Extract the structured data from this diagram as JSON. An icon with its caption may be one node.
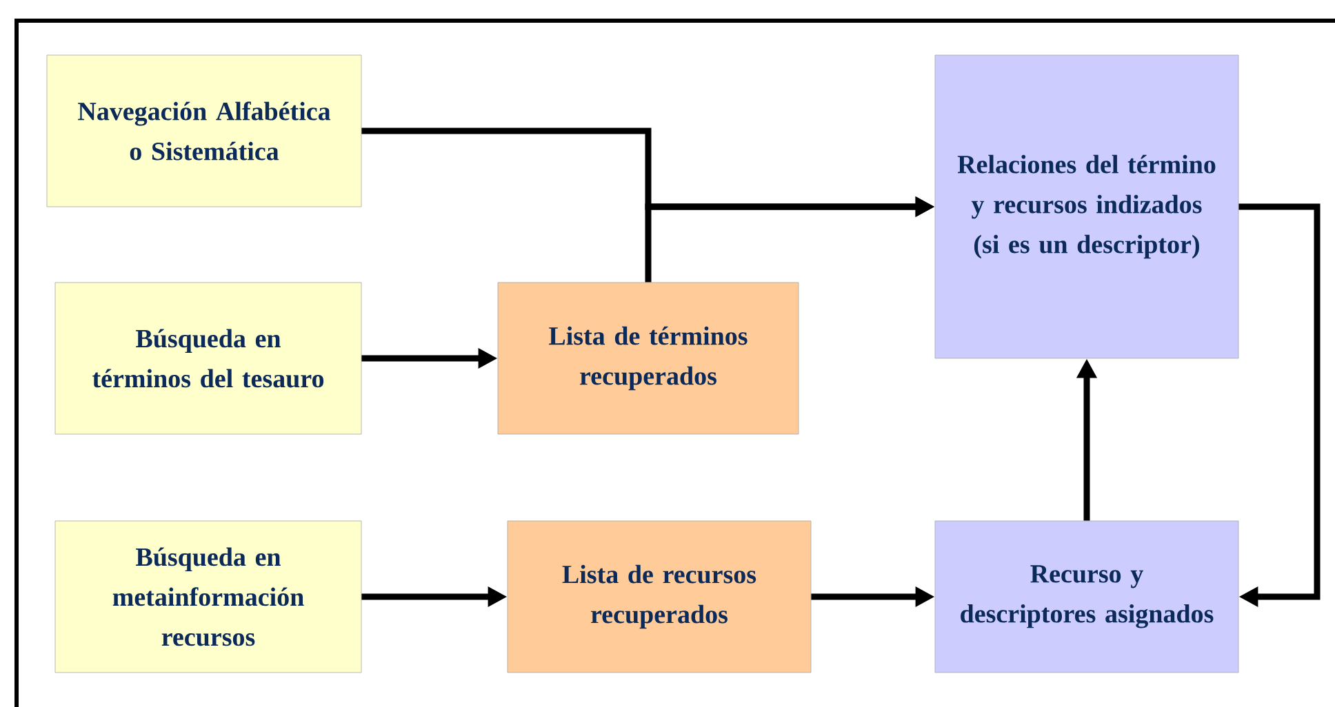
{
  "diagram": {
    "nodes": [
      {
        "text": [
          "Navegación Alfabética o Sistemática"
        ]
      },
      {
        "text": [
          "Búsqueda en términos del tesauro"
        ]
      },
      {
        "text": [
          "Lista de términos recuperados"
        ]
      },
      {
        "text": [
          "Relaciones del término y recursos indizados (si es un descriptor)"
        ]
      },
      {
        "text": [
          "Búsqueda en metainformación recursos"
        ]
      },
      {
        "text": [
          "Lista de recursos recuperados"
        ]
      },
      {
        "text": [
          "Recurso y descriptores asignados"
        ]
      }
    ],
    "edges": [
      {
        "from": 0,
        "to": 3,
        "arrow": "to"
      },
      {
        "from": 2,
        "to": 3,
        "arrow": "to"
      },
      {
        "from": 1,
        "to": 2,
        "arrow": "to"
      },
      {
        "from": 4,
        "to": 5,
        "arrow": "to"
      },
      {
        "from": 5,
        "to": 6,
        "arrow": "to"
      },
      {
        "from": 6,
        "to": 3,
        "arrow": "to"
      },
      {
        "from": 3,
        "to": 6,
        "arrow": "to"
      }
    ]
  }
}
